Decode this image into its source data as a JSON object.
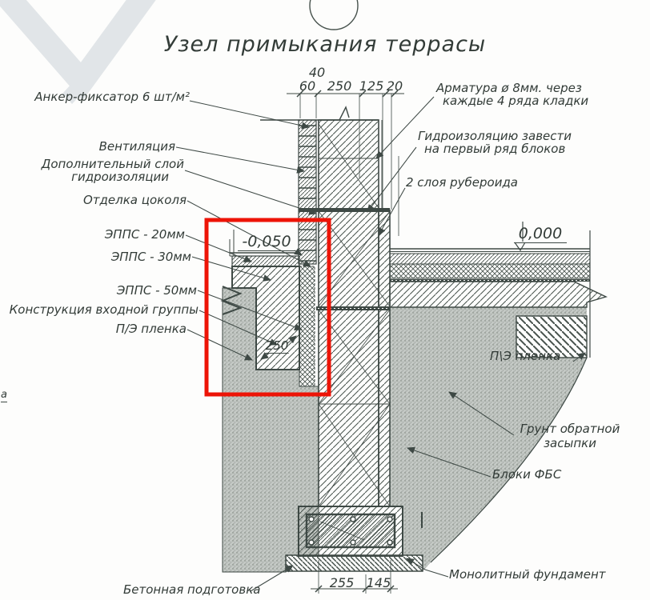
{
  "title": "Узел примыкания террасы",
  "labels": {
    "anchor": "Анкер-фиксатор 6 шт/м²",
    "vent": "Вентиляция",
    "extra_wp_line1": "Дополнительный слой",
    "extra_wp_line2": "гидроизоляции",
    "plinth": "Отделка цоколя",
    "epps20": "ЭППС - 20мм",
    "epps30": "ЭППС - 30мм",
    "epps50": "ЭППС - 50мм",
    "entrance": "Конструкция входной группы",
    "pe_film_left": "П/Э пленка",
    "concrete_prep": "Бетонная подготовка",
    "rebar_line1": "Арматура ø 8мм. через",
    "rebar_line2": "каждые 4 ряда кладки",
    "wp_first_row_line1": "Гидроизоляцию завести",
    "wp_first_row_line2": "на первый ряд блоков",
    "ruberoid": "2 слоя рубероида",
    "pe_film_right": "П\\Э пленка",
    "backfill_line1": "Грунт обратной",
    "backfill_line2": "засыпки",
    "fbs": "Блоки ФБС",
    "monolith": "Монолитный фундамент",
    "edge_cut": "а"
  },
  "elevations": {
    "zero": "0,000",
    "minus": "-0,050"
  },
  "dimensions": {
    "d40": "40",
    "d60": "60",
    "d250": "250",
    "d125": "125",
    "d20": "20",
    "d255": "255",
    "d145": "145",
    "inner250": "250"
  },
  "colors": {
    "line": "#3e4945",
    "text": "#323b37",
    "highlight_red": "#ed1407",
    "watermark": "#e1e5e8",
    "ground_fill": "#c3c8c4"
  }
}
